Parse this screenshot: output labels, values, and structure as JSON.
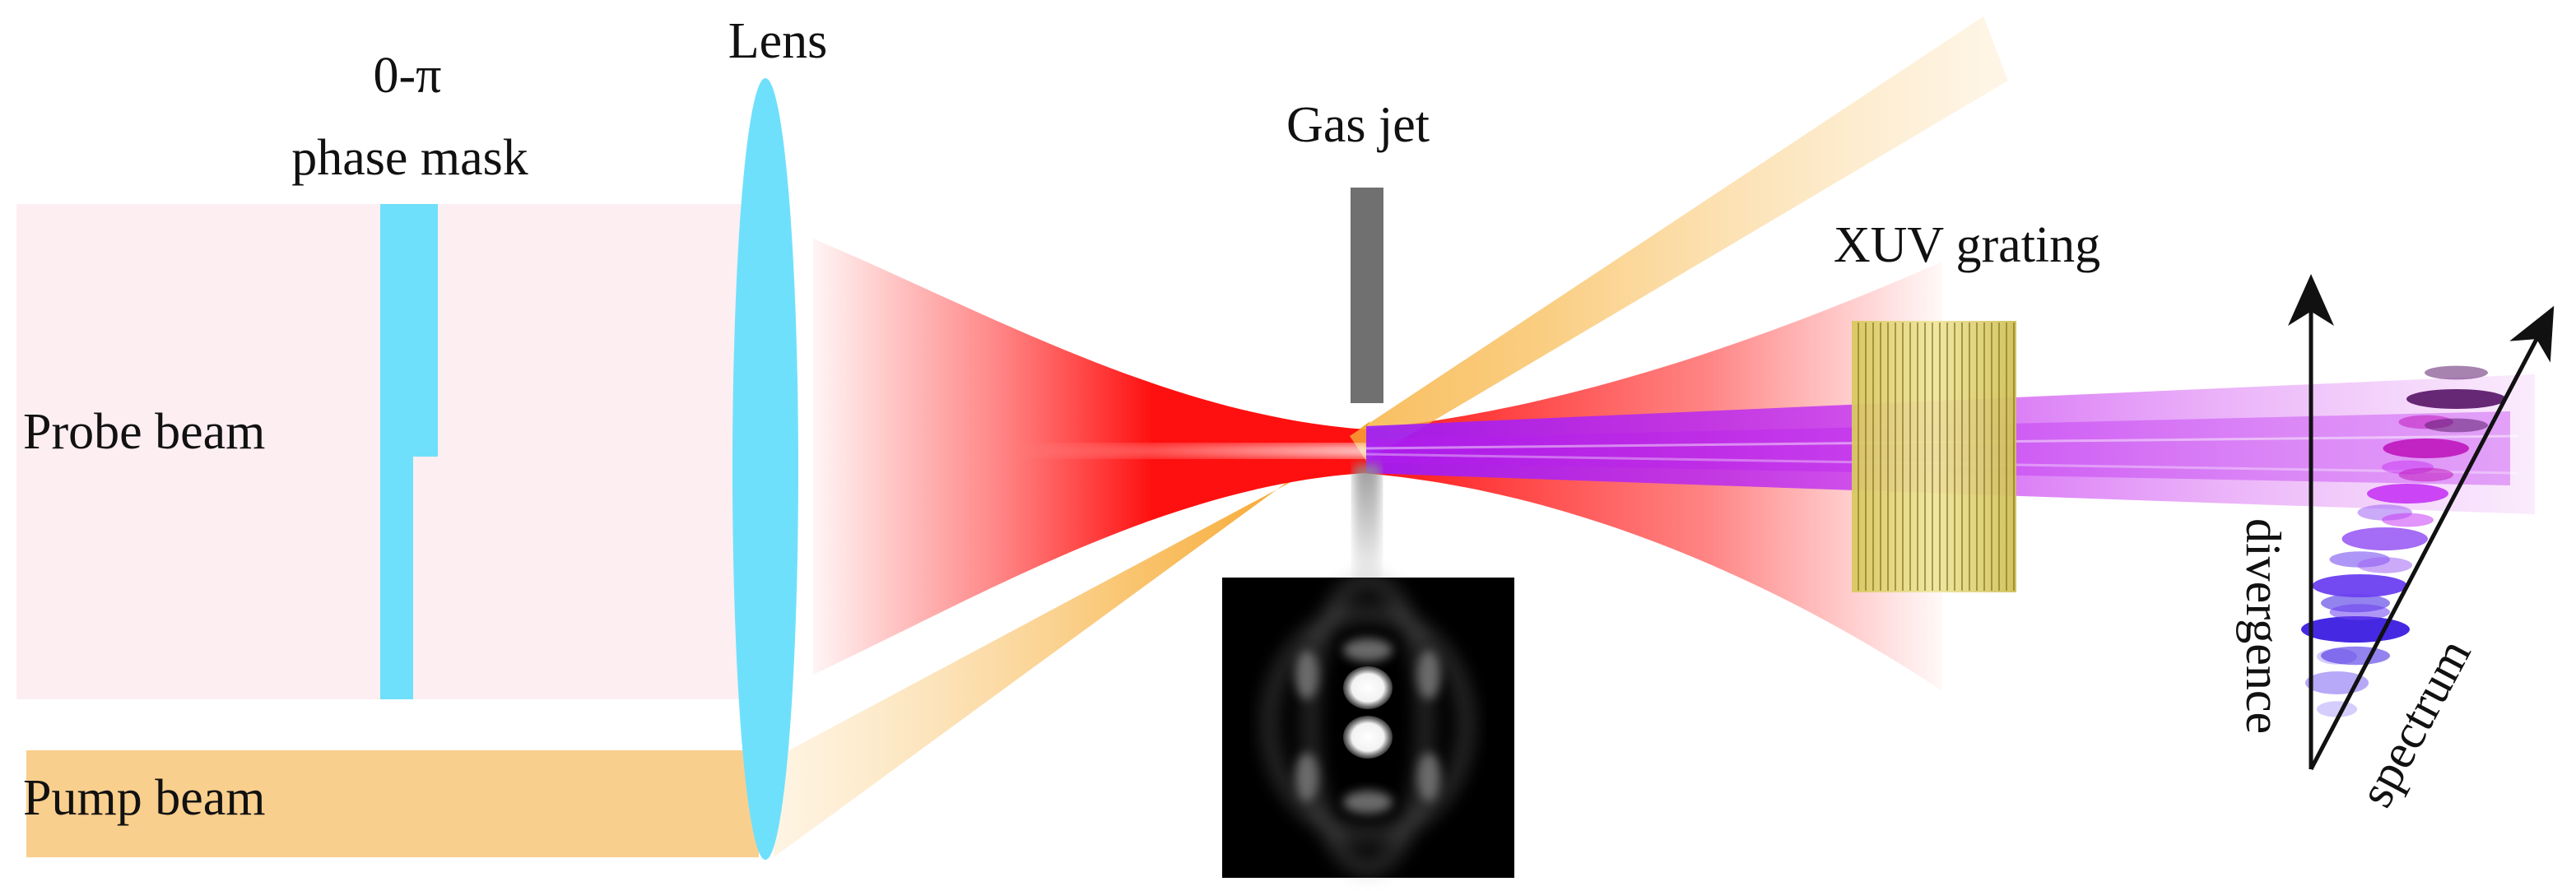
{
  "labels": {
    "mask_line1": "0-π",
    "mask_line2": "phase mask",
    "lens": "Lens",
    "gas_jet": "Gas jet",
    "xuv_grating": "XUV grating",
    "probe_beam": "Probe beam",
    "pump_beam": "Pump beam",
    "divergence": "divergence",
    "spectrum": "spectrum"
  },
  "colors": {
    "probe_region": "#fdeef2",
    "probe_beam": "#ff1a1a",
    "pump_beam": "#f8ca82",
    "lens": "#6fe0fb",
    "phase_mask": "#6fe0fb",
    "gas_jet": "#707070",
    "grating": "#e8dc8a",
    "harmonics": "#c020ff",
    "harmonic_lineouts": [
      "#b3a4f7",
      "#3b1ee0",
      "#6b3ff0",
      "#a064f4",
      "#c83cf4",
      "#c01cc0",
      "#5e1e6e"
    ]
  },
  "icons": [
    "far-field-image",
    "axis-arrow-icon"
  ]
}
